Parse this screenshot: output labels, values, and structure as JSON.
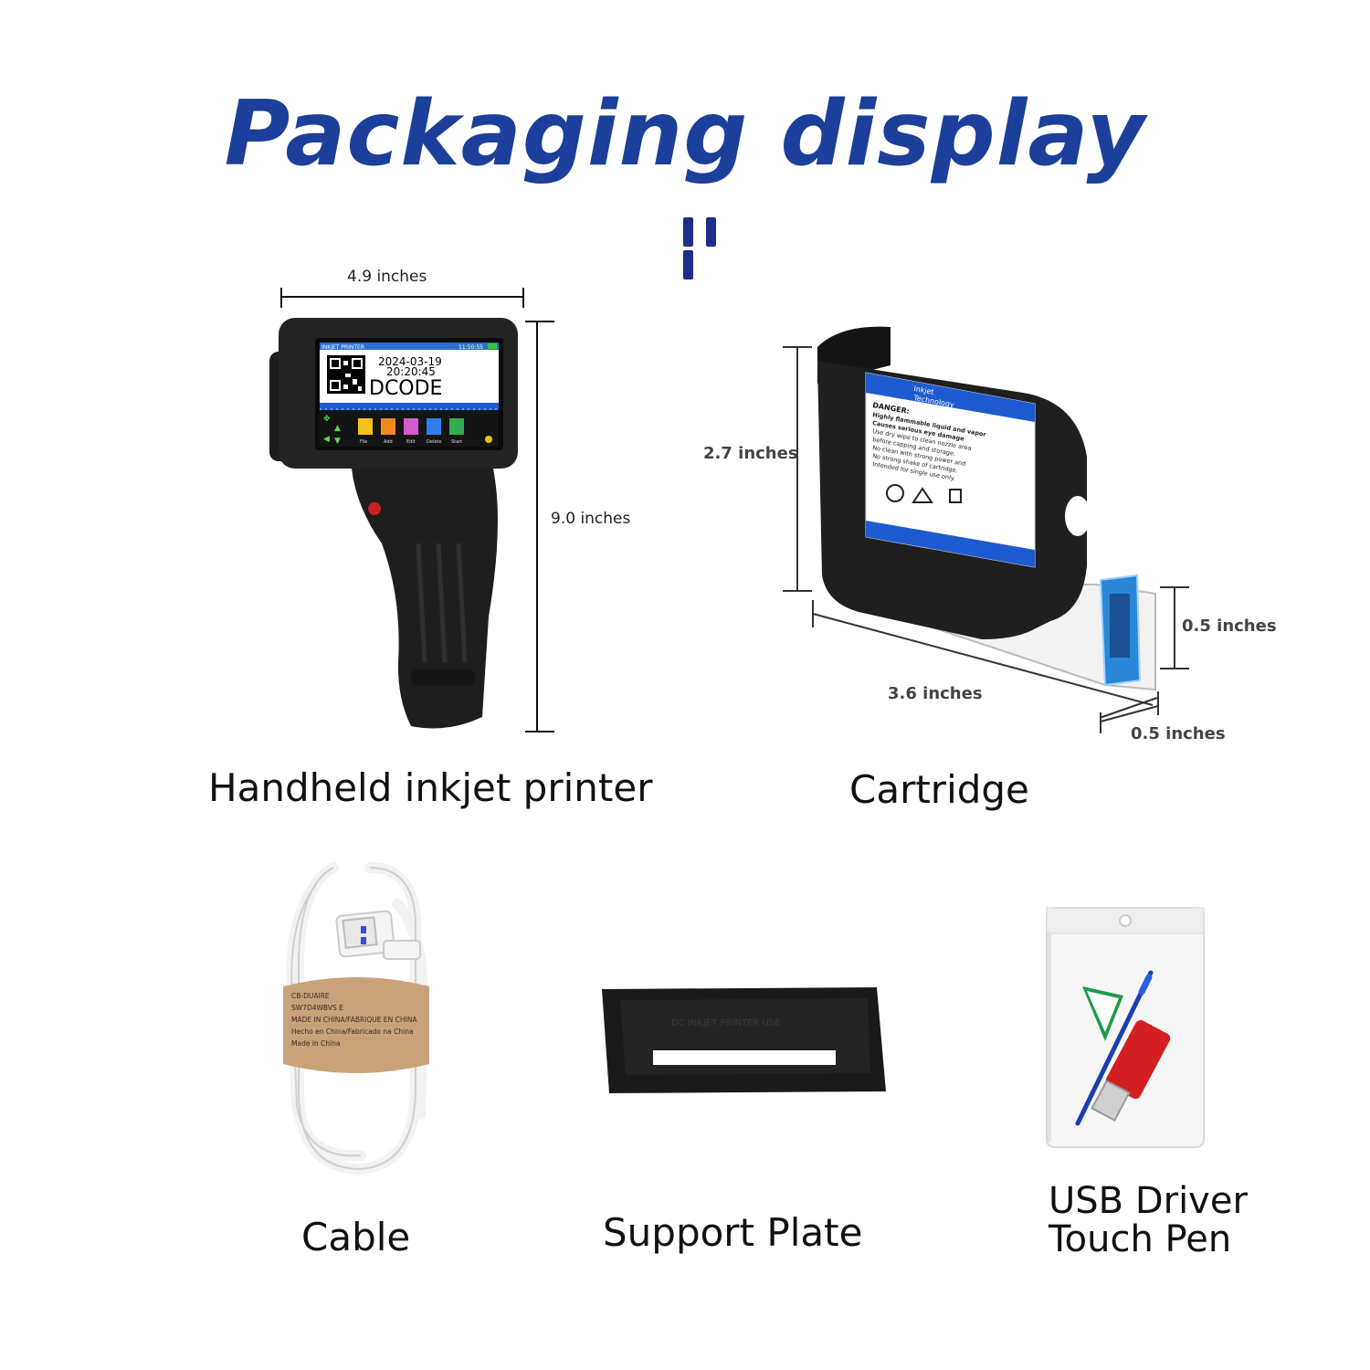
{
  "header": {
    "title": "Packaging display"
  },
  "printer": {
    "caption": "Handheld inkjet printer",
    "width_label": "4.9 inches",
    "height_label": "9.0 inches",
    "screen": {
      "top_left": "INKJET PRINTER",
      "top_right": "11:50:55",
      "date": "2024-03-19",
      "time": "20:20:45",
      "code": "DCODE",
      "buttons": [
        "File",
        "Add",
        "Edit",
        "Delete",
        "Start"
      ]
    }
  },
  "cartridge": {
    "caption": "Cartridge",
    "height_label": "2.7 inches",
    "length_label": "3.6 inches",
    "depth_label": "0.5 inches",
    "width_label": "0.5 inches",
    "label_brand_line1": "Inkjet",
    "label_brand_line2": "Technology",
    "label_danger": "DANGER:",
    "label_lines": [
      "Highly flammable liquid and vapor",
      "Causes serious eye damage",
      "Use dry wipe to clean nozzle area",
      "before capping and storage.",
      "No clean with strong power and",
      "No strong shake of cartridge.",
      "Intended for single use only."
    ]
  },
  "accessories": {
    "cable": {
      "caption": "Cable",
      "tag_lines": [
        "CB-DUAIRE",
        "SW7D4WBVS E",
        "MADE IN CHINA/FABRIQUE EN CHINA",
        "Hecho en China/Fabricado na China",
        "Made in China"
      ]
    },
    "support_plate": {
      "caption": "Support Plate",
      "embossed": "DC INKJET PRINTER USE"
    },
    "usb_pen": {
      "caption_line1": "USB Driver",
      "caption_line2": "Touch Pen"
    }
  }
}
